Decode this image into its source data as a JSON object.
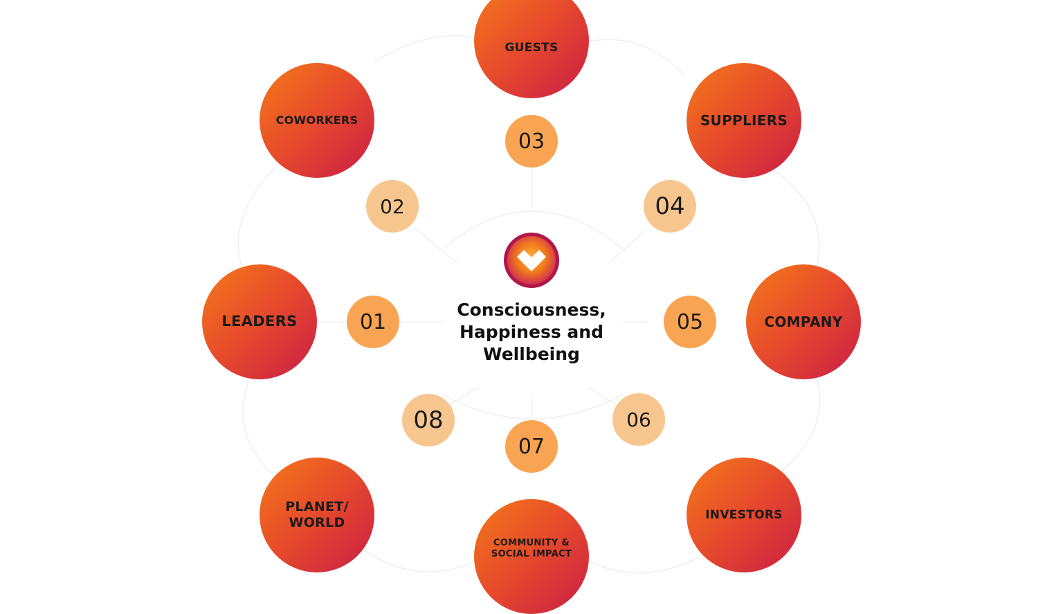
{
  "center": {
    "title": "Consciousness,\nHappiness and\nWellbeing",
    "logo_icon": "heart-chevron-logo-icon"
  },
  "stakeholders": {
    "leaders": "LEADERS",
    "coworkers": "COWORKERS",
    "guests": "GUESTS",
    "suppliers": "SUPPLIERS",
    "company": "COMPANY",
    "investors": "INVESTORS",
    "community": "COMMUNITY &\nSOCIAL IMPACT",
    "planet": "PLANET/\nWORLD"
  },
  "numbers": {
    "n01": "01",
    "n02": "02",
    "n03": "03",
    "n04": "04",
    "n05": "05",
    "n06": "06",
    "n07": "07",
    "n08": "08"
  },
  "colors": {
    "circle_gradient_start": "#f47a1a",
    "circle_gradient_end": "#c91d46",
    "number_dark": "#f9a452",
    "number_light": "#f7c68f",
    "connector": "#eeeeee"
  }
}
